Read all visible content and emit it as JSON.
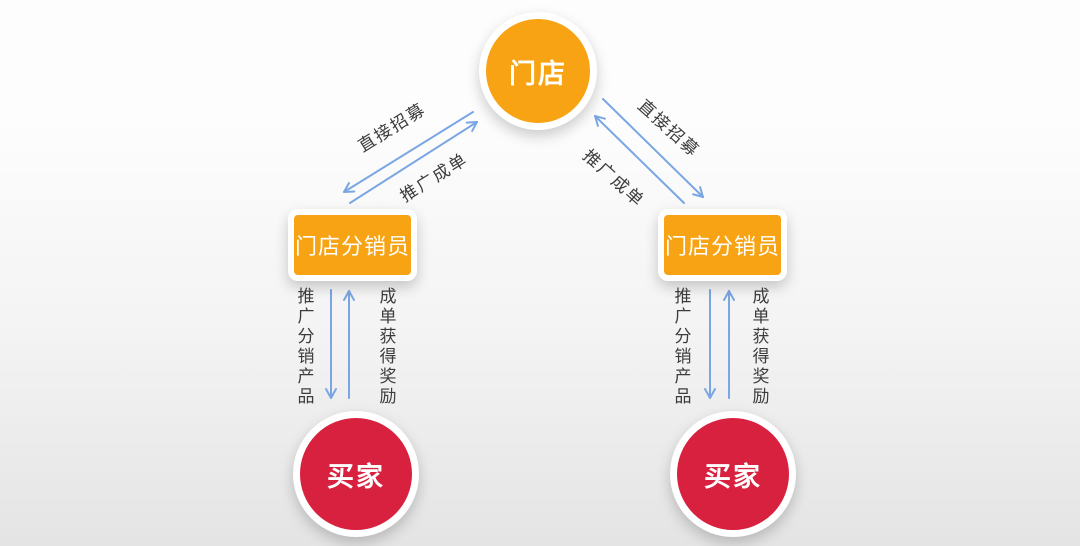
{
  "nodes": {
    "store": "门店",
    "distributor": "门店分销员",
    "buyer": "买家"
  },
  "edges": {
    "recruit": "直接招募",
    "close_order": "推广成单",
    "promote_products": "推广分销产品",
    "order_reward": "成单获得奖励"
  },
  "colors": {
    "node_orange": "#F7A313",
    "node_red": "#D8203F",
    "node_border": "#FFFFFF",
    "arrow_blue": "#7AA6E3",
    "label_text": "#3C3C3C",
    "bg_top": "#FDFDFD",
    "bg_bottom": "#E4E4E4"
  }
}
